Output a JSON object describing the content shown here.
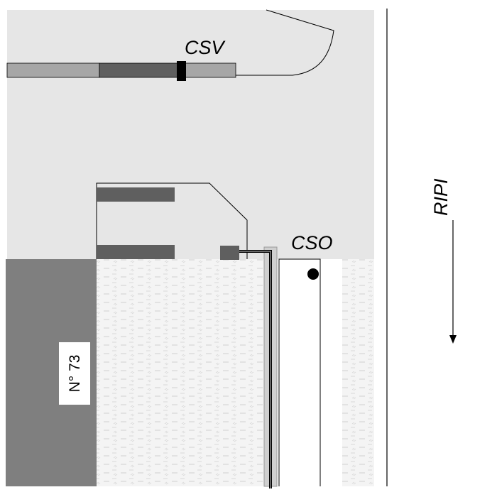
{
  "labels": {
    "csv": "CSV",
    "cso": "CSO",
    "ripi": "RIPI",
    "building_number": "N° 73"
  },
  "colors": {
    "courtyard": "#e6e6e6",
    "building": "#7f7f7f",
    "bar_light": "#a6a6a6",
    "bar_dark": "#5f5f5f",
    "paving": "#f4f4f4",
    "line": "#000000",
    "channel_edge": "#9a9a9a"
  }
}
